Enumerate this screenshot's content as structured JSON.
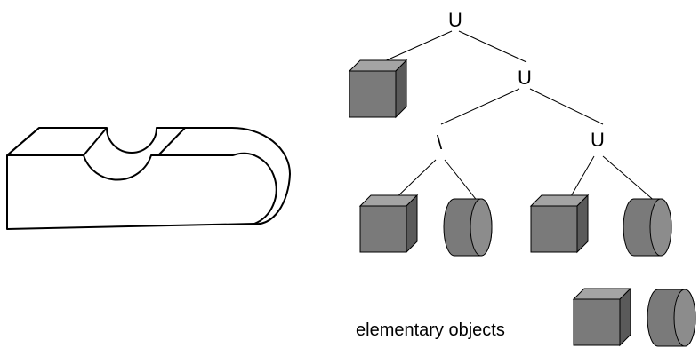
{
  "tree": {
    "root": {
      "op": "U"
    },
    "right_union": {
      "op": "U"
    },
    "difference": {
      "op": "\\"
    },
    "inner_union": {
      "op": "U"
    }
  },
  "primitives": {
    "leaf_1": "cube-icon",
    "leaf_2": "cube-icon",
    "leaf_3": "cylinder-icon",
    "leaf_4": "cube-icon",
    "leaf_5": "cylinder-icon"
  },
  "legend": {
    "caption": "elementary objects",
    "items": [
      "cube-icon",
      "cylinder-icon"
    ]
  },
  "colors": {
    "primitive_fill": "#7a7a7a",
    "primitive_top": "#a4a4a4",
    "primitive_side": "#5a5a5a",
    "outline": "#000000"
  }
}
